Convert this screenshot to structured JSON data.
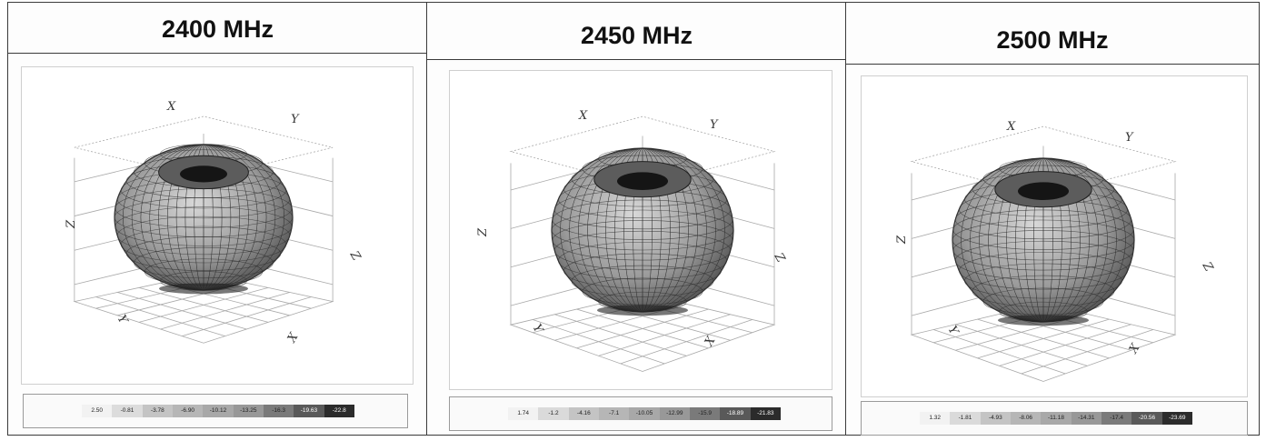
{
  "panels": [
    {
      "title": "2400 MHz",
      "axes": {
        "x_top": "X",
        "y_top": "Y",
        "z_left": "Z",
        "z_right": "Z",
        "y_bottom": "Y",
        "x_bottom": "X"
      },
      "scale": [
        "2.50",
        "-0.81",
        "-3.78",
        "-6.90",
        "-10.12",
        "-13.25",
        "-16.3",
        "-19.63",
        "-22.8"
      ],
      "scale_colors": [
        "#f2f2f2",
        "#dcdcdc",
        "#c4c4c4",
        "#b6b6b6",
        "#a8a8a8",
        "#989898",
        "#7a7a7a",
        "#595959",
        "#2b2b2b"
      ]
    },
    {
      "title": "2450 MHz",
      "axes": {
        "x_top": "X",
        "y_top": "Y",
        "z_left": "Z",
        "z_right": "Z",
        "y_bottom": "Y",
        "x_bottom": "X"
      },
      "scale": [
        "1.74",
        "-1.2",
        "-4.16",
        "-7.1",
        "-10.05",
        "-12.99",
        "-15.9",
        "-18.89",
        "-21.83"
      ],
      "scale_colors": [
        "#f2f2f2",
        "#dadada",
        "#c4c4c4",
        "#b6b6b6",
        "#a8a8a8",
        "#989898",
        "#7a7a7a",
        "#595959",
        "#2b2b2b"
      ]
    },
    {
      "title": "2500 MHz",
      "axes": {
        "x_top": "X",
        "y_top": "Y",
        "z_left": "Z",
        "z_right": "Z",
        "y_bottom": "Y",
        "x_bottom": "X"
      },
      "scale": [
        "1.32",
        "-1.81",
        "-4.93",
        "-8.06",
        "-11.18",
        "-14.31",
        "-17.4",
        "-20.56",
        "-23.69"
      ],
      "scale_colors": [
        "#f2f2f2",
        "#dadada",
        "#c4c4c4",
        "#b6b6b6",
        "#a8a8a8",
        "#989898",
        "#7a7a7a",
        "#595959",
        "#2b2b2b"
      ]
    }
  ]
}
